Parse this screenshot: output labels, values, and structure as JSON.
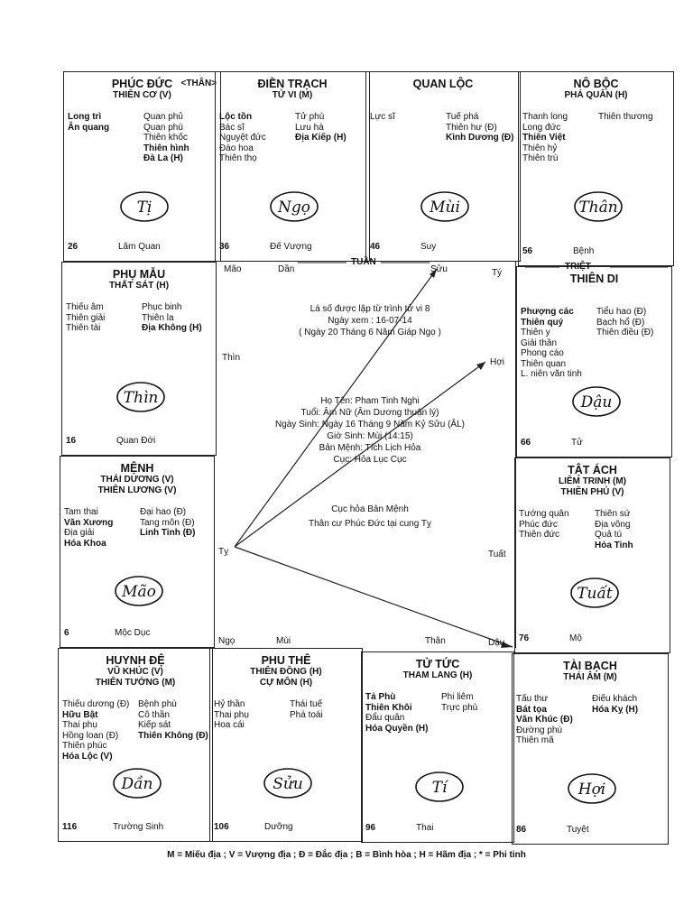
{
  "palaces": {
    "phuc_duc": {
      "title": "PHÚC ĐỨC",
      "badge": "<THÂN>",
      "main": [
        "THIÊN CƠ (V)"
      ],
      "left": [
        "Long trì",
        "Ân quang"
      ],
      "right": [
        "Quan phủ",
        "Quan phù",
        "Thiên khốc",
        "Thiên hình",
        "Đà La (H)"
      ],
      "glyph": "Tị",
      "num": "26",
      "stage": "Lâm Quan"
    },
    "dien_trach": {
      "title": "ĐIỀN TRẠCH",
      "main": [
        "TỬ VI (M)"
      ],
      "left": [
        "Lộc tồn",
        "Bác sĩ",
        "Nguyệt đức",
        "Đào hoa",
        "Thiên thọ"
      ],
      "right": [
        "Tử phù",
        "Lưu hà",
        "Địa Kiếp (H)"
      ],
      "glyph": "Ngọ",
      "num": "36",
      "stage": "Đế Vượng"
    },
    "quan_loc": {
      "title": "QUAN LỘC",
      "main": [],
      "left": [
        "Lực sĩ"
      ],
      "right": [
        "Tuế phá",
        "Thiên hư (Đ)",
        "Kình Dương (Đ)"
      ],
      "glyph": "Mùi",
      "num": "46",
      "stage": "Suy"
    },
    "no_boc": {
      "title": "NÔ BỘC",
      "main": [
        "PHÁ QUÂN (H)"
      ],
      "left": [
        "Thanh long",
        "Long đức",
        "Thiên Việt",
        "Thiên hỷ",
        "Thiên trù"
      ],
      "right": [
        "Thiên thương"
      ],
      "glyph": "Thân",
      "num": "56",
      "stage": "Bệnh"
    },
    "phu_mau": {
      "title": "PHỤ MẪU",
      "main": [
        "THẤT SÁT (H)"
      ],
      "left": [
        "Thiếu âm",
        "Thiên giải",
        "Thiên tài"
      ],
      "right": [
        "Phục binh",
        "Thiên la",
        "Địa Không (H)"
      ],
      "glyph": "Thìn",
      "num": "16",
      "stage": "Quan Đới"
    },
    "thien_di": {
      "title": "THIÊN DI",
      "main": [],
      "left": [
        "Phượng các",
        "Thiên quý",
        "Thiên y",
        "Giải thần",
        "Phong cáo",
        "Thiên quan",
        "L. niên văn tinh"
      ],
      "right": [
        "Tiểu hao (Đ)",
        "Bạch hổ (Đ)",
        "Thiên điều (Đ)"
      ],
      "glyph": "Dậu",
      "num": "66",
      "stage": "Tử"
    },
    "menh": {
      "title": "MỆNH",
      "main": [
        "THÁI DƯƠNG (V)",
        "THIÊN LƯƠNG (V)"
      ],
      "left": [
        "Tam thai",
        "Văn Xương",
        "Địa giải",
        "Hóa Khoa"
      ],
      "right": [
        "Đại hao (Đ)",
        "Tang môn (Đ)",
        "Linh Tinh (Đ)"
      ],
      "glyph": "Mão",
      "num": "6",
      "stage": "Mộc Dục"
    },
    "tat_ach": {
      "title": "TẬT ÁCH",
      "main": [
        "LIÊM TRINH (M)",
        "THIÊN PHỦ (V)"
      ],
      "left": [
        "Tướng quân",
        "Phúc đức",
        "Thiên đức"
      ],
      "right": [
        "Thiên sứ",
        "Địa võng",
        "Quả tú",
        "Hỏa Tinh"
      ],
      "glyph": "Tuất",
      "num": "76",
      "stage": "Mộ"
    },
    "huynh_de": {
      "title": "HUYNH ĐỆ",
      "main": [
        "VŨ KHÚC (V)",
        "THIÊN TƯỚNG (M)"
      ],
      "left": [
        "Thiếu dương (Đ)",
        "Hữu Bật",
        "Thai phụ",
        "Hồng loan (Đ)",
        "Thiên phúc",
        "Hóa Lộc (V)"
      ],
      "right": [
        "Bệnh phù",
        "Cô thần",
        "Kiếp sát",
        "Thiên Không (Đ)"
      ],
      "glyph": "Dần",
      "num": "116",
      "stage": "Trường Sinh"
    },
    "phu_the": {
      "title": "PHU THÊ",
      "main": [
        "THIÊN ĐỒNG (H)",
        "CỰ MÔN (H)"
      ],
      "left": [
        "Hỷ thần",
        "Thai phụ",
        "Hoa cái"
      ],
      "right": [
        "Thái tuế",
        "Phá toái"
      ],
      "glyph": "Sửu",
      "num": "106",
      "stage": "Dưỡng"
    },
    "tu_tuc": {
      "title": "TỬ TỨC",
      "main": [
        "THAM LANG (H)"
      ],
      "left": [
        "Tả Phù",
        "Thiên Khôi",
        "Đẩu quân",
        "Hóa Quyền (H)"
      ],
      "right": [
        "Phi liêm",
        "Trực phù"
      ],
      "glyph": "Tí",
      "num": "96",
      "stage": "Thai"
    },
    "tai_bach": {
      "title": "TÀI BẠCH",
      "main": [
        "THÁI ÂM (M)"
      ],
      "left": [
        "Tấu thư",
        "Bát tọa",
        "Văn Khúc (Đ)",
        "Đường phù",
        "Thiên mã"
      ],
      "right": [
        "Điếu khách",
        "Hóa Kỵ (H)"
      ],
      "glyph": "Hợi",
      "num": "86",
      "stage": "Tuyệt"
    }
  },
  "center": {
    "lines1": [
      "Lá số được lập từ trình tử vi 8",
      "Ngày xem : 16-07-14",
      "( Ngày 20 Tháng 6 Năm Giáp Ngọ )"
    ],
    "lines2": [
      "Họ Tên: Pham Tinh Nghi",
      "Tuổi: Âm Nữ (Âm Dương thuận lý)",
      "Ngày Sinh: Ngày 16 Tháng 9 Năm Kỷ Sửu (ÂL)",
      "Giờ Sinh: Mùi (14:15)",
      "Bản Mệnh: Tích Lịch Hỏa",
      "Cục: Hỏa Lục Cục"
    ],
    "lines3": [
      "Cục hỏa Bản Mệnh",
      "Thân cư Phúc Đức tại cung Tỵ"
    ]
  },
  "branches": {
    "mao": "Mão",
    "dan": "Dần",
    "suu": "Sửu",
    "ty_top": "Tý",
    "thin": "Thìn",
    "hoi": "Hợi",
    "ty": "Tỵ",
    "tuat": "Tuất",
    "ngo": "Ngọ",
    "mui": "Mùi",
    "than": "Thân",
    "dau": "Dậu"
  },
  "markers": {
    "tuan": "TUẦN",
    "triet": "TRIỆT"
  },
  "legend": "M = Miếu địa ; V = Vượng địa ; Đ = Đắc địa ; B = Bình hòa ; H = Hãm địa ; * = Phi tinh"
}
